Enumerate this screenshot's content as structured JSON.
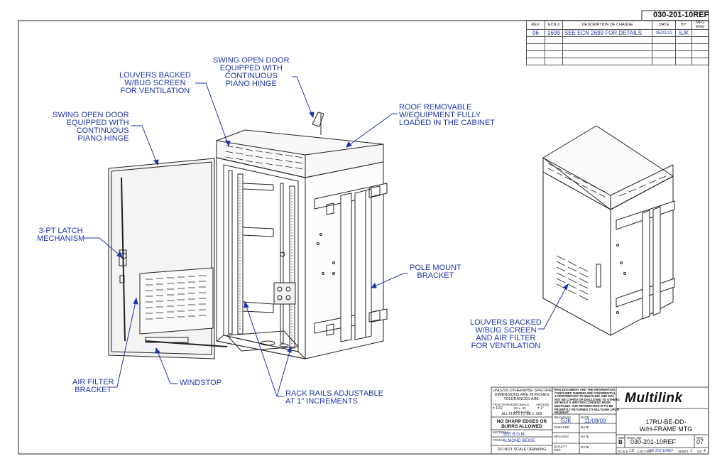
{
  "doc_number": "030-201-10REF",
  "revision_block": {
    "headers": [
      "REV.",
      "ECN #",
      "DESCRIPTION OF CHANGE",
      "DATE",
      "BY",
      "MFG ENG"
    ],
    "rows": [
      {
        "rev": "06",
        "ecn": "2699",
        "description": "SEE ECN 2699 FOR DETAILS",
        "date": "05/22/12",
        "by": "SJK",
        "mfg": ""
      }
    ]
  },
  "callouts": {
    "louvers_backed_left": "LOUVERS BACKED\nW/BUG SCREEN\nFOR VENTILATION",
    "swing_door_top": "SWING OPEN DOOR\nEQUIPPED WITH\nCONTINUOUS\nPIANO HINGE",
    "swing_door_left": "SWING OPEN DOOR\nEQUIPPED WITH\nCONTINUOUS\nPIANO HINGE",
    "roof_removable": "ROOF REMOVABLE\nW/EQUIPMENT FULLY\nLOADED IN THE CABINET",
    "latch": "3-PT LATCH\nMECHANISM",
    "pole_mount": "POLE MOUNT\nBRACKET",
    "air_filter_bracket": "AIR FILTER\nBRACKET",
    "windstop": "WINDSTOP",
    "rack_rails": "RACK RAILS ADJUSTABLE\nAT 1\" INCREMENTS",
    "louvers_backed_right": "LOUVERS BACKED\nW/BUG SCREEN\nAND AIR FILTER\nFOR VENTILATION"
  },
  "title_block": {
    "tolerances": "UNLESS OTHERWISE SPECIFIED\nDIMENSIONS ARE IN INCHES\nTOLERANCES ARE:",
    "fractional_label": "FRACTIONAL",
    "fractional_value": "± 1/32",
    "decimals_label": "DECIMALS",
    "decimals_value": ".XX ± .01\n.XXX ± .010",
    "angles_label": "ANGLES",
    "angles_value": "± 1°",
    "flats": "ALL FLATS TO BE ± .005",
    "no_sharp": "NO SHARP EDGES OR\nBURRS ALLOWED",
    "material_label": "MATERIAL",
    "material_value": "SEE B.O.M.",
    "finish_label": "FINISH",
    "finish_value": "ALMOND BEIGE",
    "do_not_scale": "DO NOT SCALE DRAWING",
    "confidential": "THIS DOCUMENT AND THE INFORMATION\nCONTAINED THEREIN ARE CONFIDENTIAL\n& PROPRIETARY TO MULTILINK AND MAY\nNOT BE COPIED OR DISCLOSED TO OTHERS\nWITHOUT A WRITTEN CONSENT FROM\nMULTILINK. THE INFORMATION IS TO BE\nPROMPTLY RETURNED TO MULTILINK UPON\nREQUEST.",
    "drawn_by_label": "DRAWN BY",
    "drawn_by_value": "SJK",
    "date_label": "DATE",
    "date_value": "11/09/09",
    "checked_label": "CHECKED",
    "mfg_eng_label": "MFG ENG",
    "quality_label": "QUALITY\nENG",
    "logo": "Multilink",
    "title": "17RU-BE-DD-\nW/H-FRAME MTG",
    "size_label": "SIZE",
    "size_value": "B",
    "dwg_no_label": "DWG. NO.",
    "dwg_no_value": "030-201-10REF",
    "rev_label": "REV",
    "rev_value": "07",
    "scale_label": "SCALE",
    "scale_value": "1:8",
    "cad_file_label": "CAD FILE",
    "cad_file_value": "030-201-10REF",
    "sheet_label": "SHEET",
    "sheet_value": "1",
    "of_label": "OF",
    "of_value": "4"
  }
}
